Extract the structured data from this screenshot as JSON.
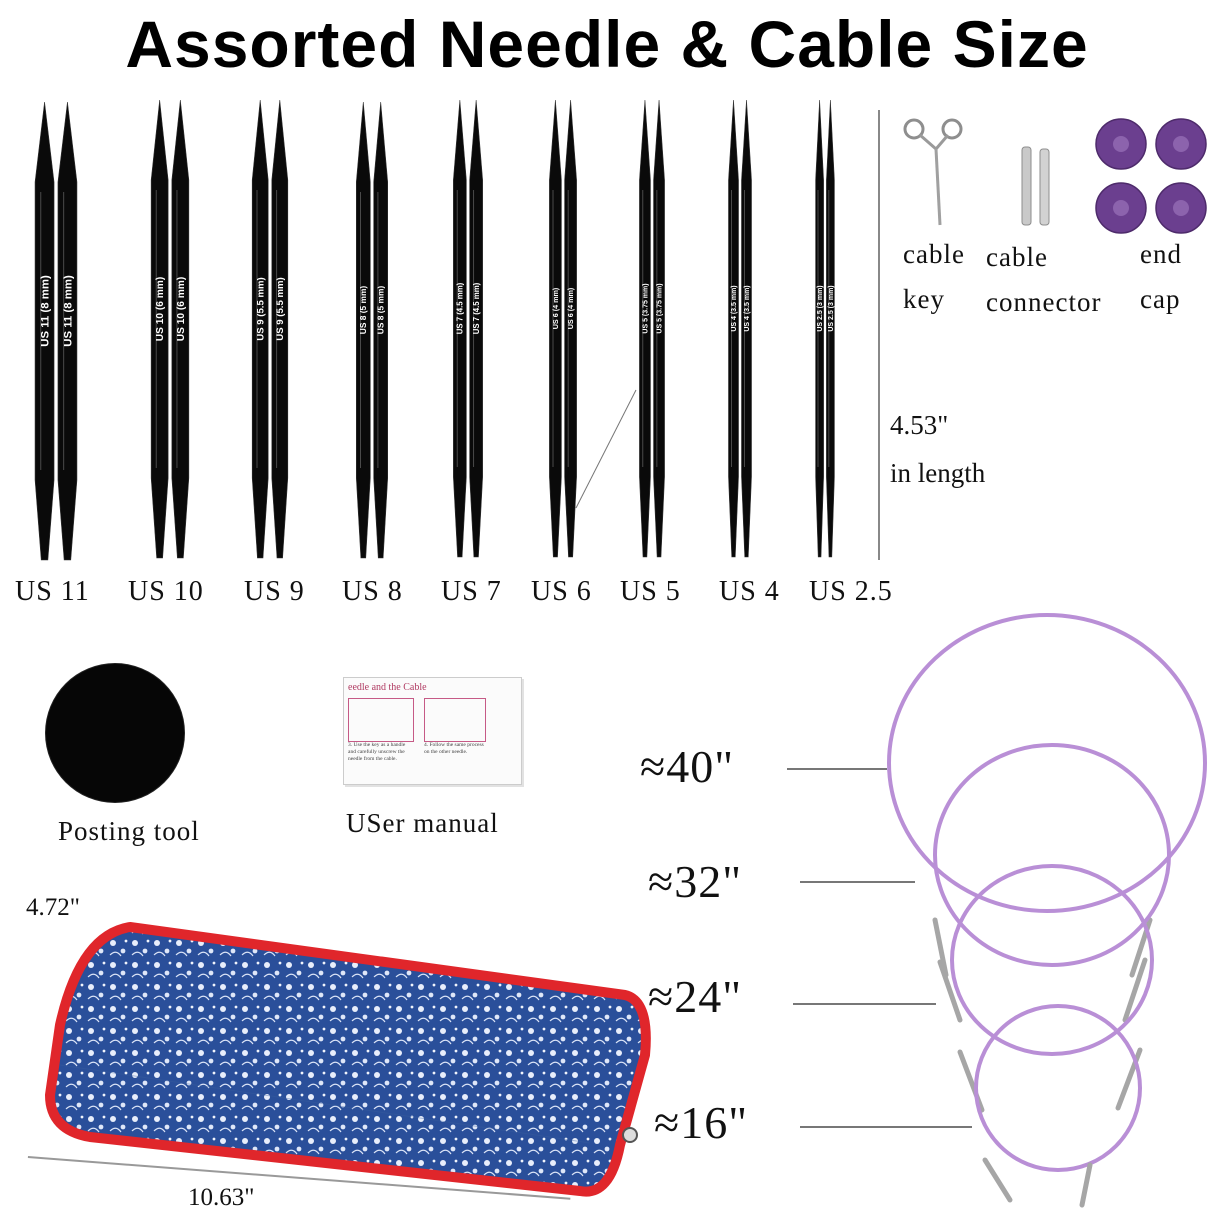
{
  "title": "Assorted Needle & Cable Size",
  "needles": [
    {
      "size": "US 11",
      "mark": "US 11 (8 mm)"
    },
    {
      "size": "US 10",
      "mark": "US 10 (6 mm)"
    },
    {
      "size": "US 9",
      "mark": "US 9 (5.5 mm)"
    },
    {
      "size": "US 8",
      "mark": "US 8 (5 mm)"
    },
    {
      "size": "US 7",
      "mark": "US 7 (4.5 mm)"
    },
    {
      "size": "US 6",
      "mark": "US 6 (4 mm)"
    },
    {
      "size": "US 5",
      "mark": "US 5 (3.75 mm)"
    },
    {
      "size": "US 4",
      "mark": "US 4 (3.5 mm)"
    },
    {
      "size": "US 2.5",
      "mark": "US 2.5 (3 mm)"
    }
  ],
  "needle_length": {
    "line1": "4.53\"",
    "line2": "in length"
  },
  "accessories": {
    "cable_key": {
      "line1": "cable",
      "line2": "key"
    },
    "cable_connector": {
      "line1": "cable",
      "line2": "connector"
    },
    "end_cap": {
      "line1": "end",
      "line2": "cap"
    }
  },
  "posting_tool": "Posting tool",
  "user_manual": {
    "label": "USer manual",
    "heading": "eedle and the Cable",
    "step3": "3. Use the key as a handle and carefully unscrew the needle from the cable.",
    "step4": "4. Follow the same process on the other needle."
  },
  "case": {
    "height": "4.72\"",
    "width": "10.63\""
  },
  "cables": [
    "≈40\"",
    "≈32\"",
    "≈24\"",
    "≈16\""
  ],
  "colors": {
    "needle": "#0a0a0a",
    "cable": "#b98fd6",
    "end_cap": "#6b3f8f",
    "case_trim": "#e0262b",
    "case_fabric": "#2a4f9a"
  }
}
